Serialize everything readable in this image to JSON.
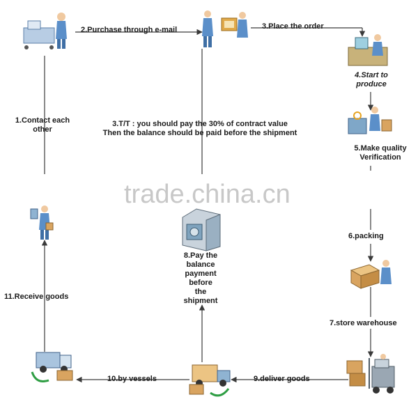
{
  "steps": {
    "s1": [
      "1.Contact each",
      "other"
    ],
    "s2": "2.Purchase through e-mail",
    "s3": "3.Place the order",
    "s4": [
      "4.Start to",
      "produce"
    ],
    "s5": [
      "5.Make quality",
      "Verification"
    ],
    "s6": "6.packing",
    "s7": "7.store warehouse",
    "s8": [
      "8.Pay the",
      "balance",
      "payment",
      "before",
      "the",
      "shipment"
    ],
    "s9": "9.deliver goods",
    "s10": "10.by  vessels",
    "s11": "11.Receive goods",
    "tt": [
      "3.T/T : you should pay the 30% of contract value",
      "Then the balance should be paid before the shipment"
    ]
  },
  "watermark": "trade.china.cn",
  "colors": {
    "line": "#3a3a3a",
    "person": "#5b8fc9",
    "box": "#d9a460",
    "green": "#2f9e44"
  },
  "icons": [
    "customer-desk-icon",
    "email-person-icon",
    "factory-worker-icon",
    "quality-check-icon",
    "packing-icon",
    "forklift-warehouse-icon",
    "bank-icon",
    "truck-icon",
    "receiver-person-icon"
  ]
}
